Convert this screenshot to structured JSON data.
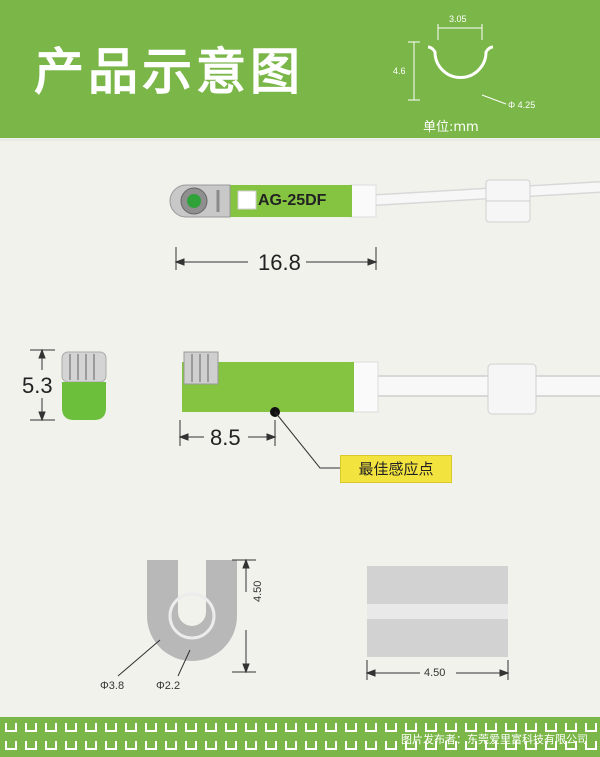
{
  "header": {
    "title": "产品示意图",
    "unit_label": "单位:mm"
  },
  "top_clip": {
    "width": "3.05",
    "height": "4.6",
    "diameter": "Φ 4.25"
  },
  "sensor": {
    "model": "AG-25DF",
    "length": "16.8",
    "side_height": "5.3",
    "sense_offset": "8.5",
    "sense_label": "最佳感应点"
  },
  "clip_front": {
    "height": "4.50",
    "outer_d": "Φ3.8",
    "inner_d": "Φ2.2"
  },
  "clip_side": {
    "width": "4.50"
  },
  "footer": {
    "credit": "图片发布者：东莞爱里富科技有限公司"
  },
  "colors": {
    "green": "#7ab648",
    "sensor_green": "#84c441",
    "callout": "#f3e33f"
  }
}
